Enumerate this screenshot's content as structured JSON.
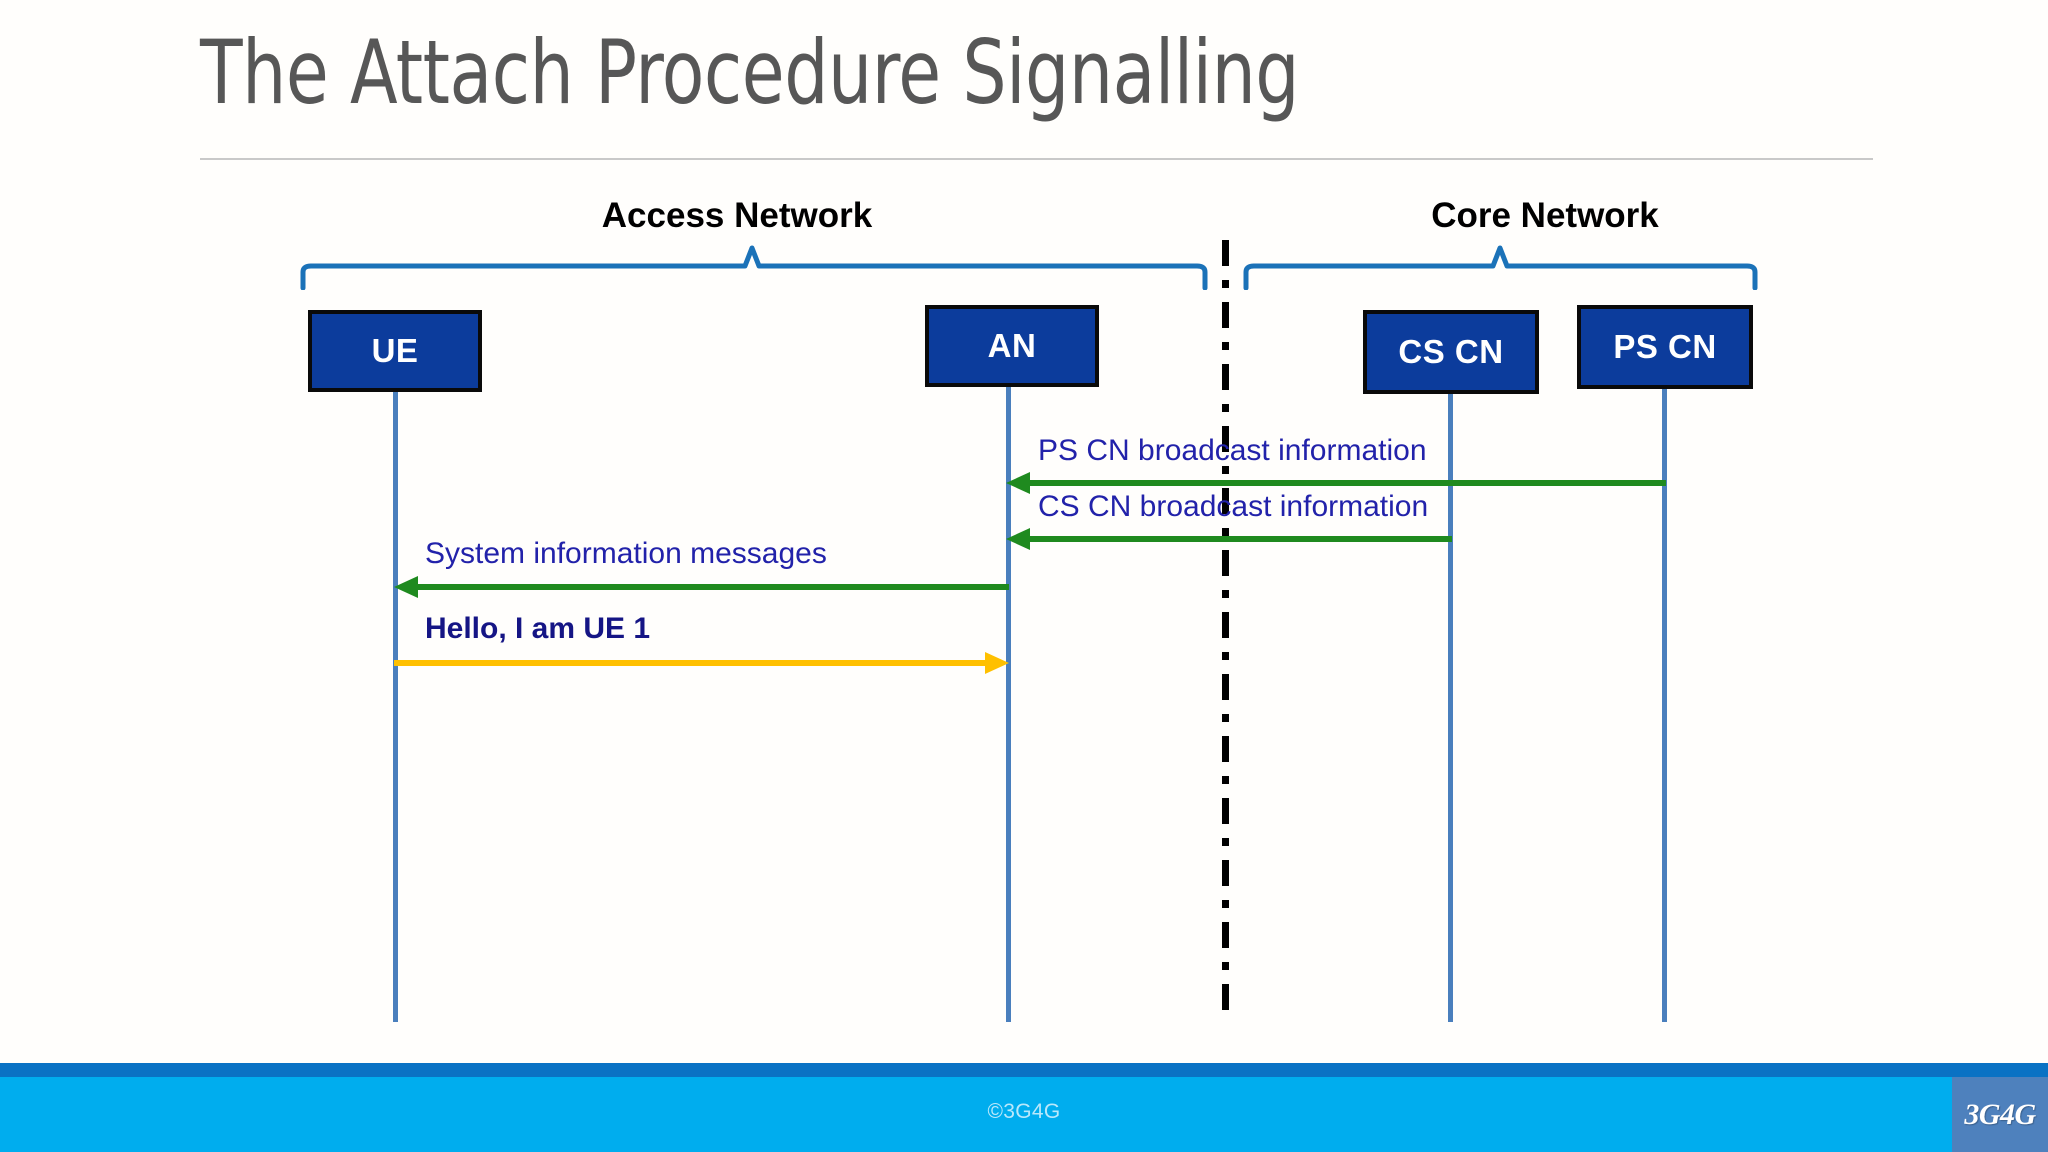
{
  "slide": {
    "title": "The Attach Procedure Signalling",
    "background_color": "#fffefc"
  },
  "groups": [
    {
      "id": "access-network",
      "label": "Access Network",
      "bracket_color": "#1B72B8"
    },
    {
      "id": "core-network",
      "label": "Core Network",
      "bracket_color": "#1B72B8"
    }
  ],
  "nodes": [
    {
      "id": "ue",
      "label": "UE",
      "fill": "#0C3C9C",
      "border": "#0a0a0a",
      "text_color": "#ffffff"
    },
    {
      "id": "an",
      "label": "AN",
      "fill": "#0C3C9C",
      "border": "#0a0a0a",
      "text_color": "#ffffff"
    },
    {
      "id": "cscn",
      "label": "CS CN",
      "fill": "#0C3C9C",
      "border": "#0a0a0a",
      "text_color": "#ffffff"
    },
    {
      "id": "pscn",
      "label": "PS CN",
      "fill": "#0C3C9C",
      "border": "#0a0a0a",
      "text_color": "#ffffff"
    }
  ],
  "lifeline_color": "#4A7FBD",
  "divider": {
    "style": "dash-dot",
    "color": "#000000"
  },
  "messages": [
    {
      "id": "ps-cn-broadcast",
      "label": "PS CN broadcast information",
      "from": "pscn",
      "to": "an",
      "direction": "left",
      "color": "#1F8A1F",
      "label_color": "#2222AA",
      "bold": false
    },
    {
      "id": "cs-cn-broadcast",
      "label": "CS CN broadcast information",
      "from": "cscn",
      "to": "an",
      "direction": "left",
      "color": "#1F8A1F",
      "label_color": "#2222AA",
      "bold": false
    },
    {
      "id": "system-information",
      "label": "System information messages",
      "from": "an",
      "to": "ue",
      "direction": "left",
      "color": "#1F8A1F",
      "label_color": "#2222AA",
      "bold": false
    },
    {
      "id": "hello-i-am-ue-1",
      "label": "Hello, I am UE 1",
      "from": "ue",
      "to": "an",
      "direction": "right",
      "color": "#FFC000",
      "label_color": "#151585",
      "bold": true
    }
  ],
  "footer": {
    "copyright": "©3G4G",
    "logo_text": "3G4G",
    "strip_color": "#0A72C4",
    "bar_color": "#00ADEE",
    "logo_bg": "#4E81BD"
  }
}
